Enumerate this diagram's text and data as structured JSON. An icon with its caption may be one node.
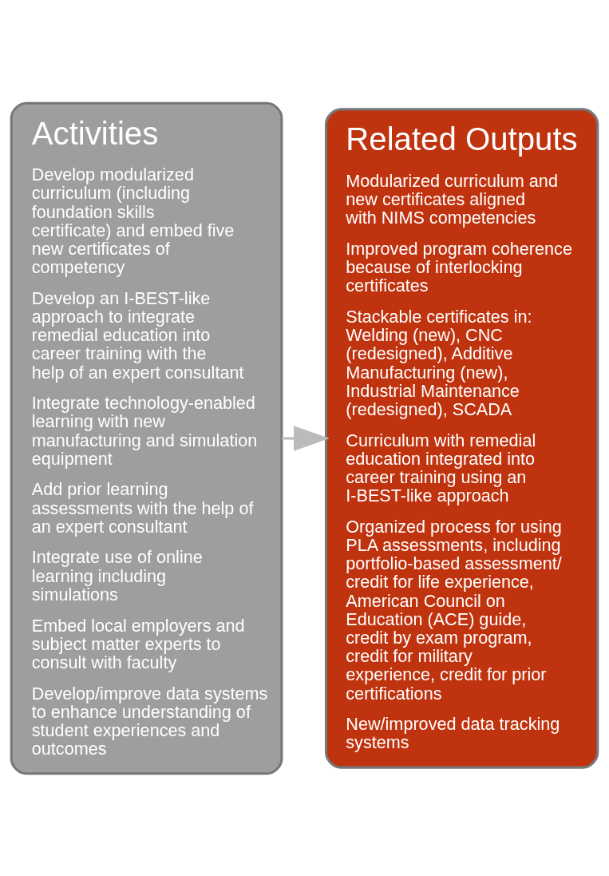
{
  "diagram": {
    "nodes": [
      {
        "text": [
          "Activities",
          "Develop modularized curriculum (including foundation skills certificate) and embed five new certificates of competency",
          "Develop an I-BEST-like approach to integrate remedial education into career training with the help of an expert consultant",
          "Integrate technology-enabled learning with new manufacturing and simulation equipment",
          "Add prior learning assessments with the help of an expert consultant",
          "Integrate use of online learning including simulations",
          "Embed local employers and subject matter experts to consult with faculty",
          "Develop/improve data systems to enhance understanding of student experiences and outcomes"
        ]
      },
      {
        "text": [
          "Related Outputs",
          "Modularized curriculum and new certificates aligned with NIMS competencies",
          "Improved program coherence because of interlocking certificates",
          "Stackable certificates in: Welding (new), CNC (redesigned), Additive Manufacturing (new), Industrial Maintenance (redesigned), SCADA",
          "Curriculum with remedial education integrated into career training using an I-BEST-like approach",
          "Organized process for using PLA assessments, including portfolio-based assessment/ credit for life experience, American Council on Education (ACE) guide, credit by exam program, credit for military experience, credit for prior certifications",
          "New/improved data tracking systems"
        ]
      }
    ],
    "edges": [
      {
        "from": 0,
        "to": 1,
        "arrow": "to"
      }
    ]
  }
}
